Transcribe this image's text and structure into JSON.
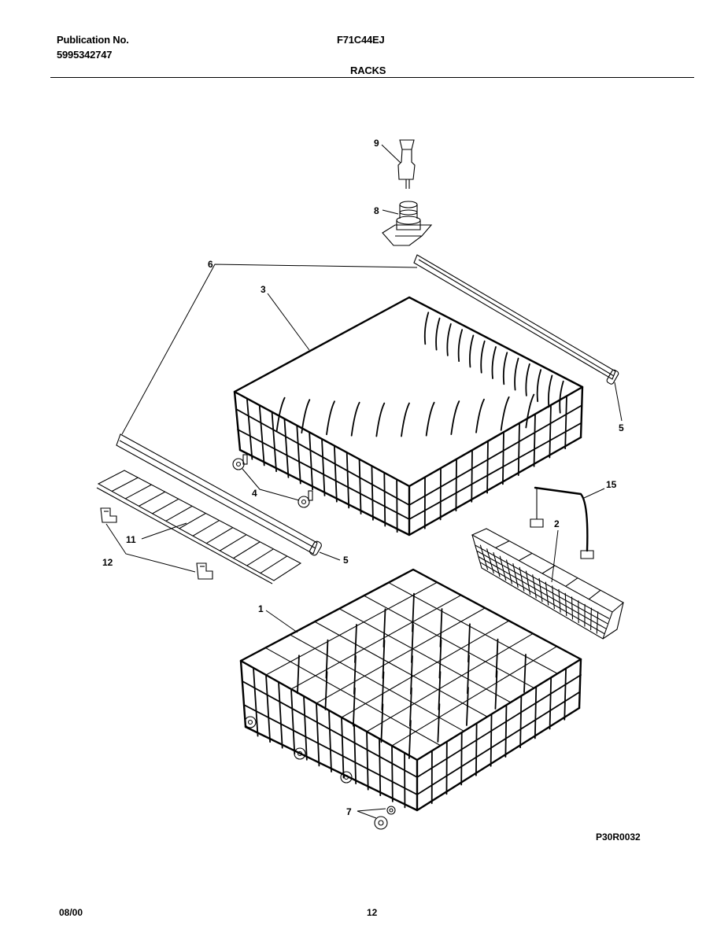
{
  "header": {
    "publication_label": "Publication No.",
    "publication_number": "5995342747",
    "model": "F71C44EJ",
    "section": "RACKS"
  },
  "callouts": {
    "c1": "1",
    "c2": "2",
    "c3": "3",
    "c4": "4",
    "c5a": "5",
    "c5b": "5",
    "c6": "6",
    "c7": "7",
    "c8": "8",
    "c9": "9",
    "c11": "11",
    "c12": "12",
    "c15": "15"
  },
  "figure_code": "P30R0032",
  "footer": {
    "date": "08/00",
    "page": "12"
  }
}
